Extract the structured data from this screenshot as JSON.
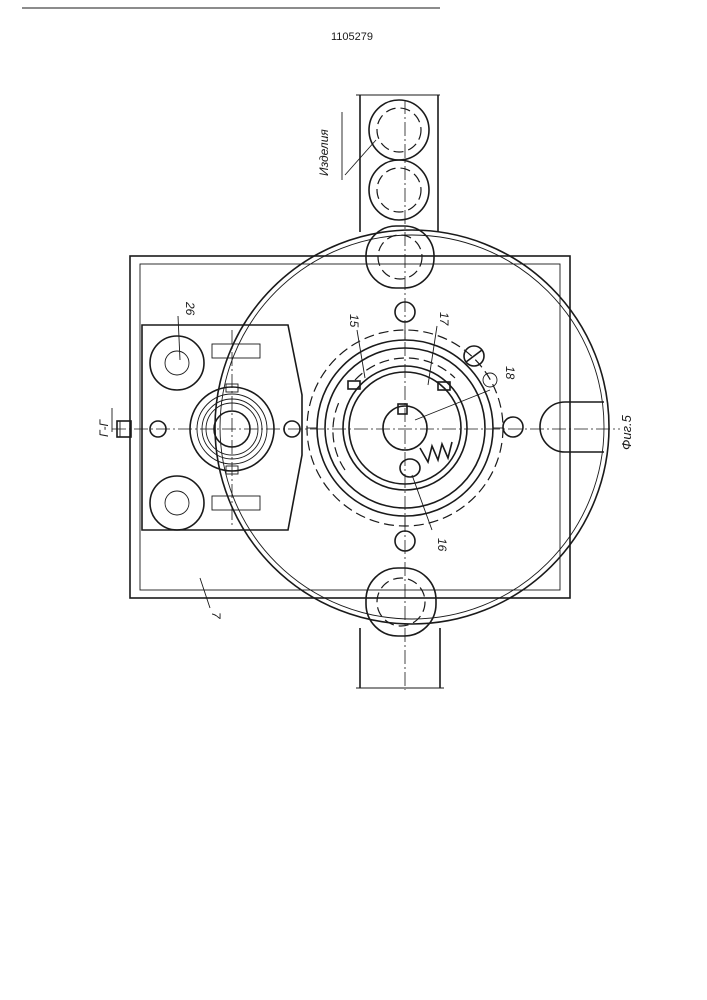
{
  "document": {
    "patent_number": "1105279",
    "figure_caption": "Фиг.5",
    "section_label": "Г-Г",
    "products_label": "Изделия"
  },
  "callouts": {
    "housing": "7",
    "ratchet_ring": "15",
    "pawl": "16",
    "ring_17": "17",
    "spring": "18",
    "shaft_26": "26"
  }
}
